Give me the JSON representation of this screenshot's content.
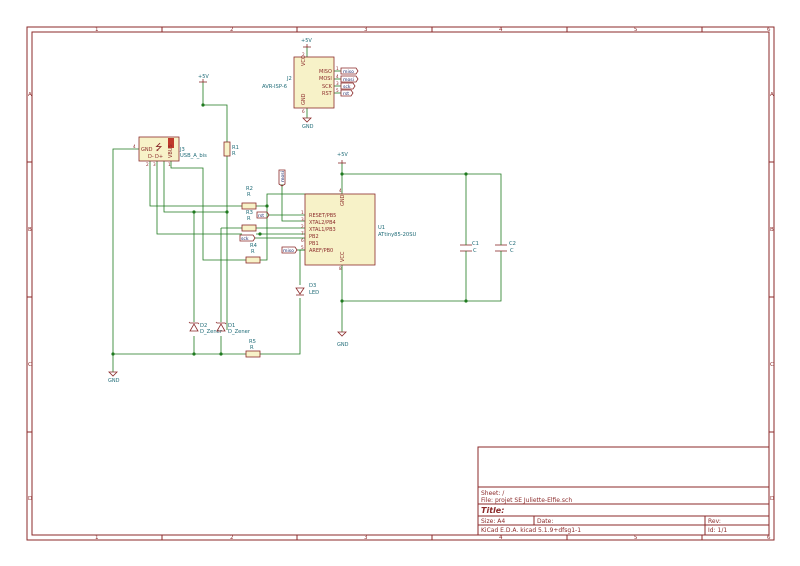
{
  "frame": {
    "columns": [
      "1",
      "2",
      "3",
      "4",
      "5",
      "6"
    ],
    "rows": [
      "A",
      "B",
      "C",
      "D"
    ]
  },
  "components": {
    "u1": {
      "ref": "U1",
      "value": "ATtiny85-20SU",
      "pins": [
        "RESET/PB5",
        "XTAL2/PB4",
        "XTAL1/PB3",
        "PB2",
        "PB1",
        "AREF/PB0"
      ],
      "pin_numbers": [
        "1",
        "3",
        "2",
        "7",
        "6",
        "5"
      ],
      "gnd": "GND",
      "vcc": "VCC",
      "gnd_num": "4",
      "vcc_num": "8"
    },
    "j2": {
      "ref": "J2",
      "value": "AVR-ISP-6",
      "pins": [
        "MISO",
        "MOSI",
        "SCK",
        "RST"
      ],
      "pin_numbers": [
        "1",
        "4",
        "3",
        "5"
      ],
      "vcc": "VCC",
      "gnd": "GND",
      "vcc_num": "2",
      "gnd_num": "6"
    },
    "j3": {
      "ref": "J3",
      "value": "USB_A_bis",
      "pins": [
        "GND",
        "D-",
        "D+",
        "VBUS"
      ],
      "pin_numbers": [
        "4",
        "2",
        "3",
        "1"
      ]
    },
    "r1": {
      "ref": "R1",
      "value": "R"
    },
    "r2": {
      "ref": "R2",
      "value": "R"
    },
    "r3": {
      "ref": "R3",
      "value": "R"
    },
    "r4": {
      "ref": "R4",
      "value": "R"
    },
    "r5": {
      "ref": "R5",
      "value": "R"
    },
    "c1": {
      "ref": "C1",
      "value": "C"
    },
    "c2": {
      "ref": "C2",
      "value": "C"
    },
    "d1": {
      "ref": "D1",
      "value": "D_Zener"
    },
    "d2": {
      "ref": "D2",
      "value": "D_Zener"
    },
    "d3": {
      "ref": "D3",
      "value": "LED"
    }
  },
  "power": {
    "vcc": "+5V",
    "gnd": "GND"
  },
  "labels": {
    "miso": "miso",
    "mosi": "mosi",
    "sck": "sck",
    "rst": "rst"
  },
  "title_block": {
    "sheet": "Sheet: /",
    "file": "File: projet SE Juliette-Elfie.sch",
    "title": "Title:",
    "size": "Size: A4",
    "date": "Date:",
    "rev": "Rev:",
    "tool": "KiCad E.D.A.  kicad 5.1.9+dfsg1-1",
    "id": "Id: 1/1"
  }
}
